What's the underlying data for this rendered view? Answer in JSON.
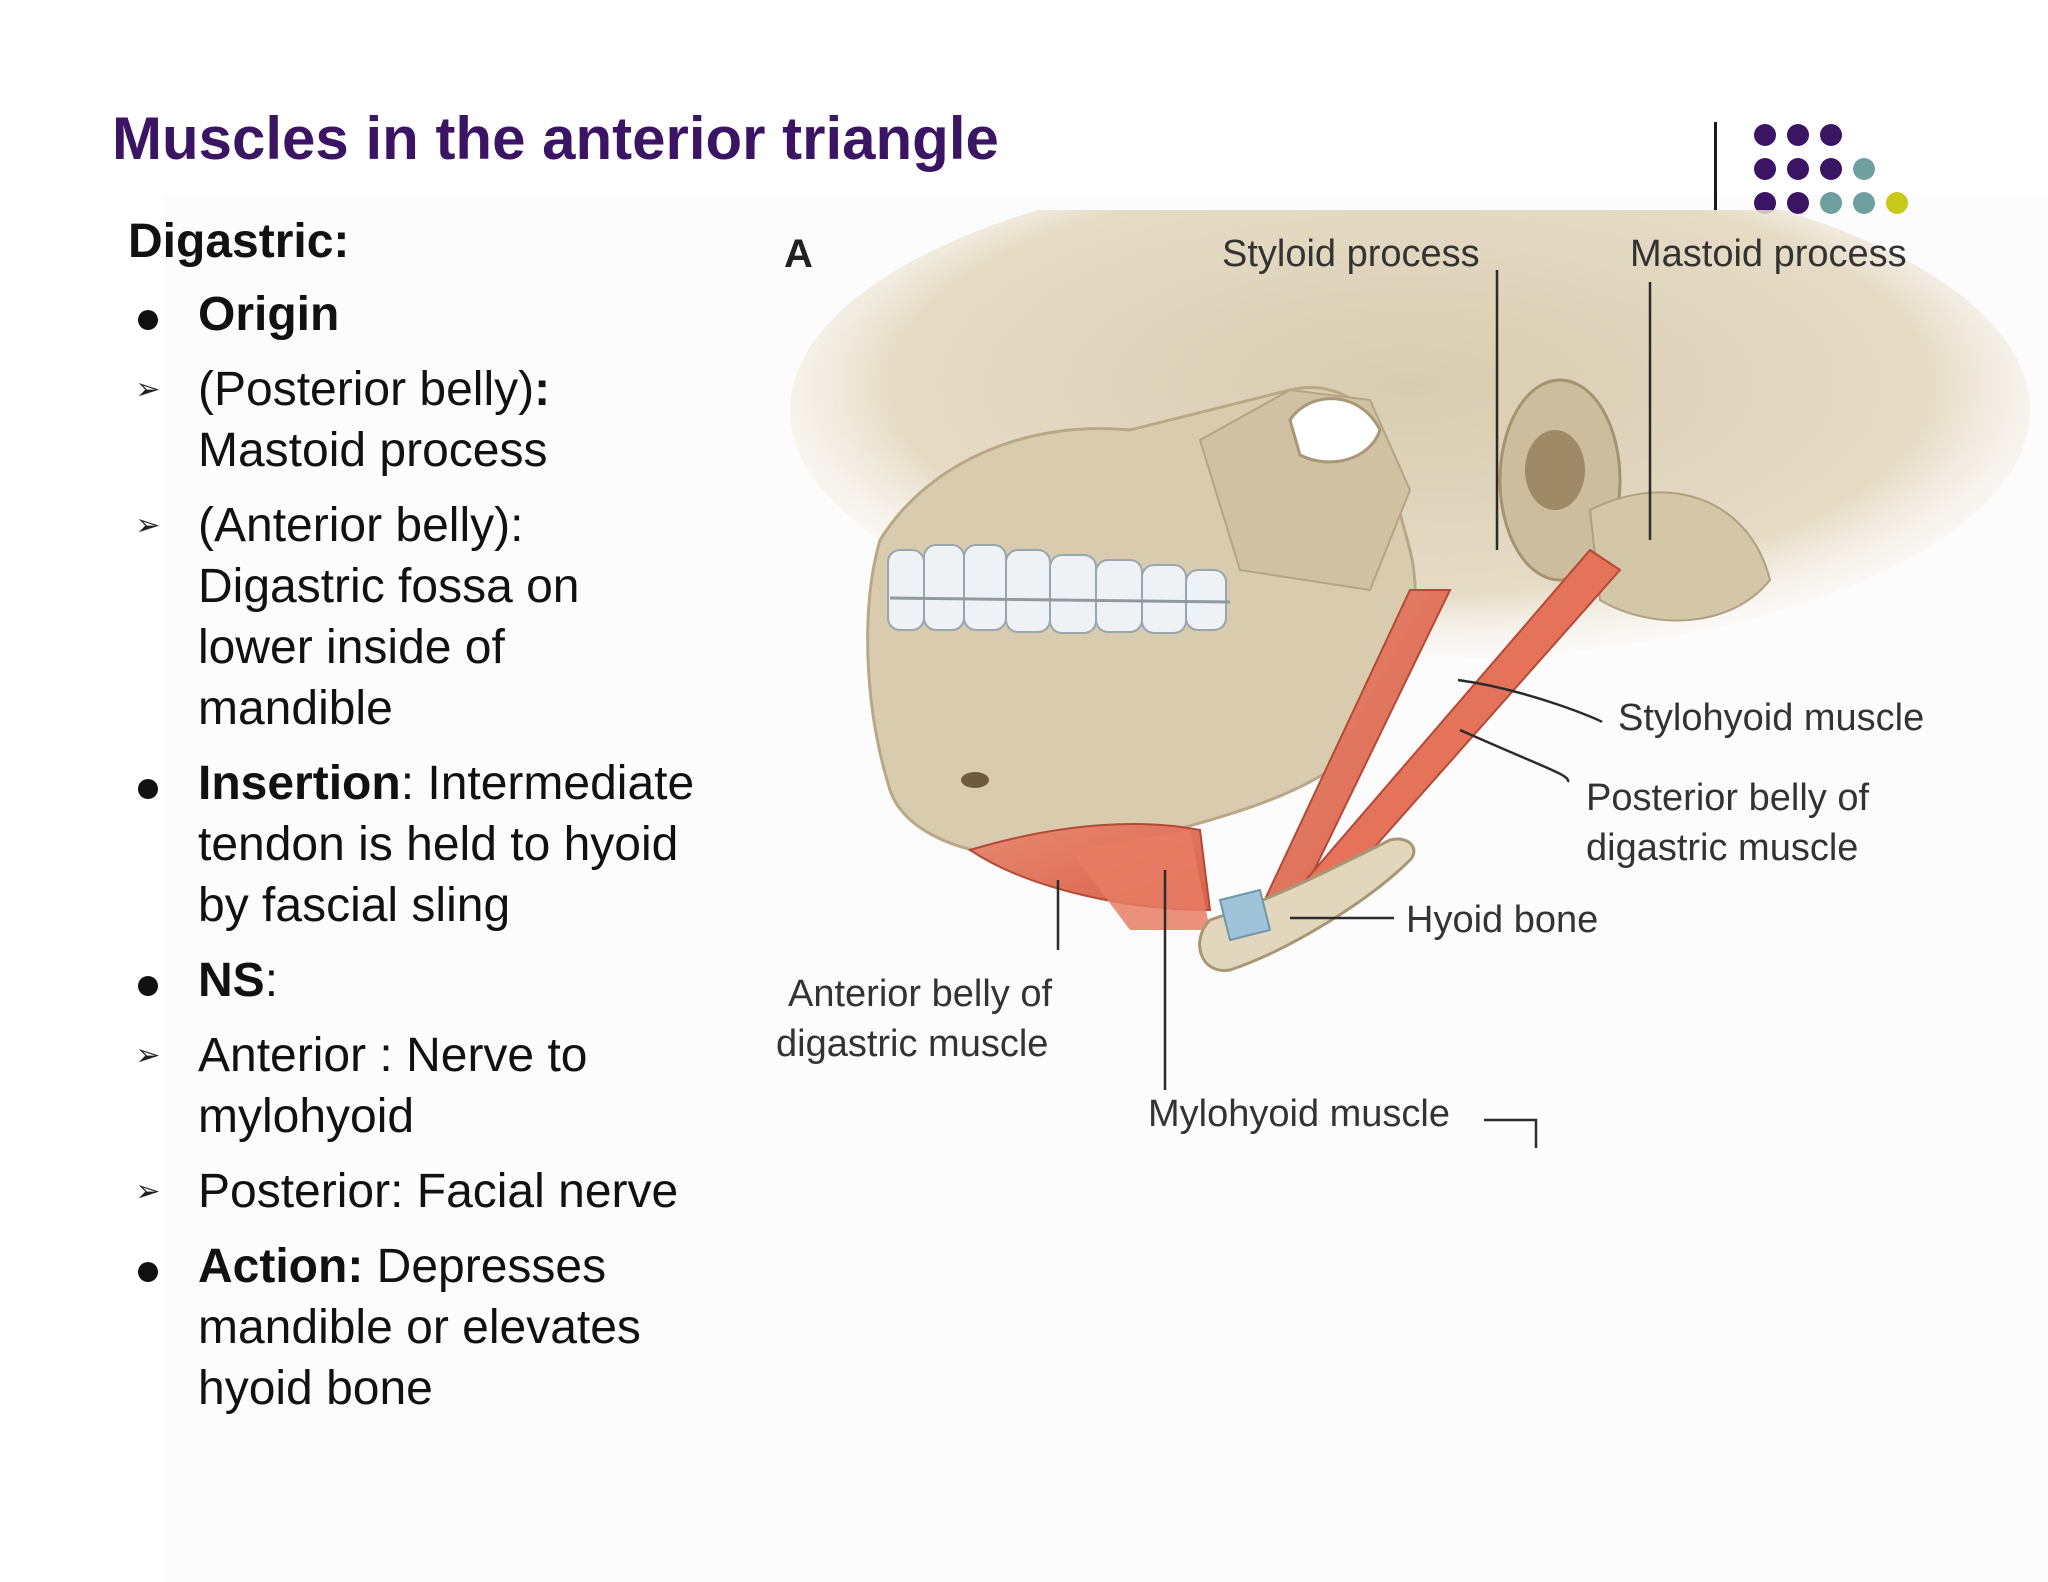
{
  "slide": {
    "title": "Muscles in the anterior triangle",
    "decoration_colors": {
      "purple": "#3b1464",
      "teal": "#6fa0a0",
      "yellow": "#c9c91a"
    }
  },
  "text": {
    "heading": "Digastric:",
    "items": [
      {
        "marker": "bullet",
        "bold": "Origin",
        "rest": ""
      },
      {
        "marker": "arrow",
        "bold": "",
        "rest": "(Posterior belly)",
        "rest_bold": ":",
        "line2": "Mastoid process"
      },
      {
        "marker": "arrow",
        "bold": "",
        "rest": "(Anterior belly):",
        "line2": "Digastric fossa on",
        "line3": "lower inside of",
        "line4": "mandible"
      },
      {
        "marker": "bullet",
        "bold": "Insertion",
        "rest": ": Intermediate",
        "line2": "tendon is held to hyoid",
        "line3": "by fascial sling"
      },
      {
        "marker": "bullet",
        "bold": "NS",
        "rest": ":"
      },
      {
        "marker": "arrow",
        "bold": "",
        "rest": "Anterior : Nerve to",
        "line2": "mylohyoid"
      },
      {
        "marker": "arrow",
        "bold": "",
        "rest": "Posterior: Facial nerve"
      },
      {
        "marker": "bullet",
        "bold": "Action:",
        "rest": " Depresses",
        "line2": "mandible or elevates",
        "line3": "hyoid bone"
      }
    ]
  },
  "figure": {
    "panel_letter": "A",
    "labels": {
      "styloid": "Styloid process",
      "mastoid": "Mastoid process",
      "stylohyoid": "Stylohyoid muscle",
      "posterior_belly_1": "Posterior belly of",
      "posterior_belly_2": "digastric muscle",
      "hyoid": "Hyoid bone",
      "anterior_belly_1": "Anterior belly of",
      "anterior_belly_2": "digastric muscle",
      "mylohyoid": "Mylohyoid muscle"
    }
  }
}
